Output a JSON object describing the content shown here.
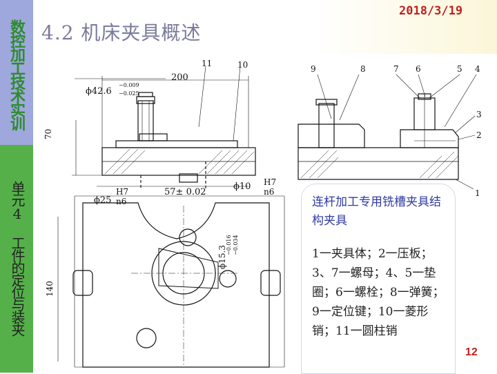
{
  "sidebar": {
    "top_title": "数控加工技术实训",
    "bottom_title": "单元4 工件的定位与装夹"
  },
  "header": {
    "title": "4.2 机床夹具概述",
    "date": "2018/3/19"
  },
  "drawing": {
    "dim_200": "200",
    "dim_phi_42_6": "ϕ42.6",
    "tol_42_upper": "−0.009",
    "tol_42_lower": "−0.025",
    "dim_70": "70",
    "dim_phi_25": "ϕ25",
    "fit_h7_1": "H7",
    "fit_n6_1": "n6",
    "dim_57": "57± 0.02",
    "dim_phi_10": "ϕ10",
    "fit_h7_2": "H7",
    "fit_n6_2": "n6",
    "dim_140": "140",
    "dim_phi_15_3": "ϕ15.3",
    "tol_15_upper": "−0.016",
    "tol_15_lower": "−0.034",
    "callouts": [
      "11",
      "10",
      "9",
      "8",
      "7",
      "6",
      "5",
      "4",
      "3",
      "2",
      "1"
    ]
  },
  "callout_box": {
    "title": "连杆加工专用铣槽夹具结构夹具",
    "body": "1一夹具体；2一压板；3、7一螺母；4、5一垫圈；6一螺栓；8一弹簧；9一定位键；10一菱形销；11一圆柱销"
  },
  "page_number": "12",
  "colors": {
    "sidebar_top": "#9ea8dc",
    "sidebar_bottom": "#55b04a",
    "date": "#c02020",
    "callout_title": "#2f3aa0"
  }
}
